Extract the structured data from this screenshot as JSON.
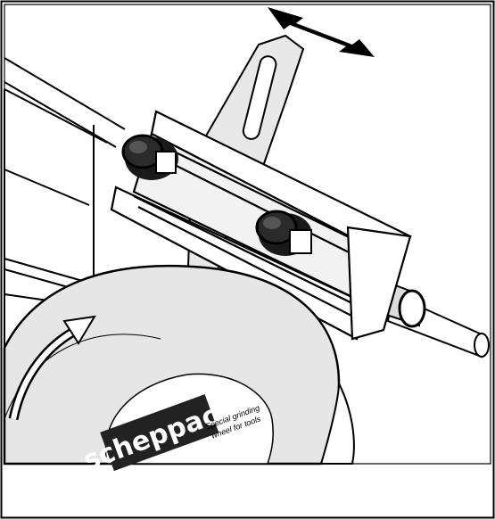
{
  "figure": {
    "caption": "",
    "brand_label": "scheppach",
    "wheel_small_text_line1": "Special grinding",
    "wheel_small_text_line2": "wheel for tools",
    "icons": [
      "double-arrow-icon",
      "rotation-arrow-icon"
    ],
    "colors": {
      "line": "#000000",
      "wheel_face": "#e6e6e6",
      "label_dark": "#222222",
      "label_text": "#ffffff",
      "background": "#ffffff"
    }
  }
}
